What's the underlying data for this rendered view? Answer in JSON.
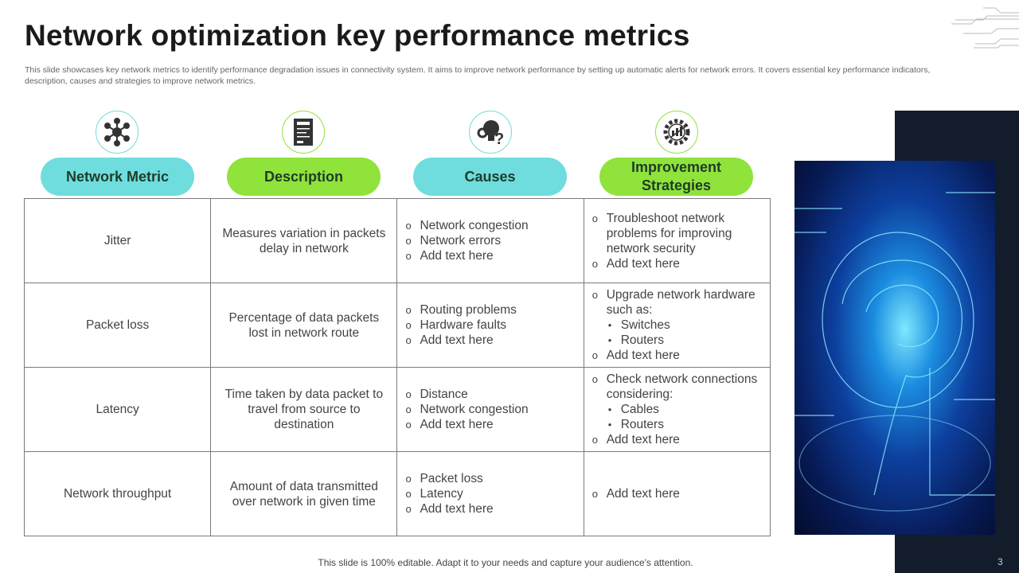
{
  "title": "Network optimization key performance metrics",
  "subtitle": "This slide showcases key network metrics to identify performance degradation issues in connectivity system. It aims to improve network performance by setting up automatic alerts for network errors. It covers essential key performance indicators, description, causes and strategies to improve network metrics.",
  "headers": [
    {
      "label": "Network Metric",
      "icon": "network-hub-icon",
      "color": "#6fdddd"
    },
    {
      "label": "Description",
      "icon": "document-icon",
      "color": "#8fe33b"
    },
    {
      "label": "Causes",
      "icon": "lightbulb-question-icon",
      "color": "#6fdddd"
    },
    {
      "label": "Improvement Strategies",
      "icon": "gear-chart-icon",
      "color": "#8fe33b"
    }
  ],
  "rows": [
    {
      "metric": "Jitter",
      "description": "Measures variation in packets delay in network",
      "causes": [
        "Network congestion",
        "Network errors",
        "Add text here"
      ],
      "strategies": [
        {
          "text": "Troubleshoot network problems for improving network security"
        },
        {
          "text": "Add text here"
        }
      ]
    },
    {
      "metric": "Packet loss",
      "description": "Percentage of data packets lost in network route",
      "causes": [
        "Routing problems",
        "Hardware faults",
        "Add text here"
      ],
      "strategies": [
        {
          "text": "Upgrade network hardware such as:",
          "sub": [
            "Switches",
            "Routers"
          ]
        },
        {
          "text": "Add text here"
        }
      ]
    },
    {
      "metric": "Latency",
      "description": "Time taken by data packet to travel from source to destination",
      "causes": [
        "Distance",
        "Network congestion",
        "Add text here"
      ],
      "strategies": [
        {
          "text": "Check network connections considering:",
          "sub": [
            "Cables",
            "Routers"
          ]
        },
        {
          "text": "Add text here"
        }
      ]
    },
    {
      "metric": "Network throughput",
      "description": "Amount of data transmitted over network in given time",
      "causes": [
        "Packet loss",
        "Latency",
        "Add text here"
      ],
      "strategies": [
        {
          "text": "Add text here"
        }
      ]
    }
  ],
  "footer": "This slide is 100% editable. Adapt it to your needs and capture your audience's attention.",
  "page_number": "3"
}
